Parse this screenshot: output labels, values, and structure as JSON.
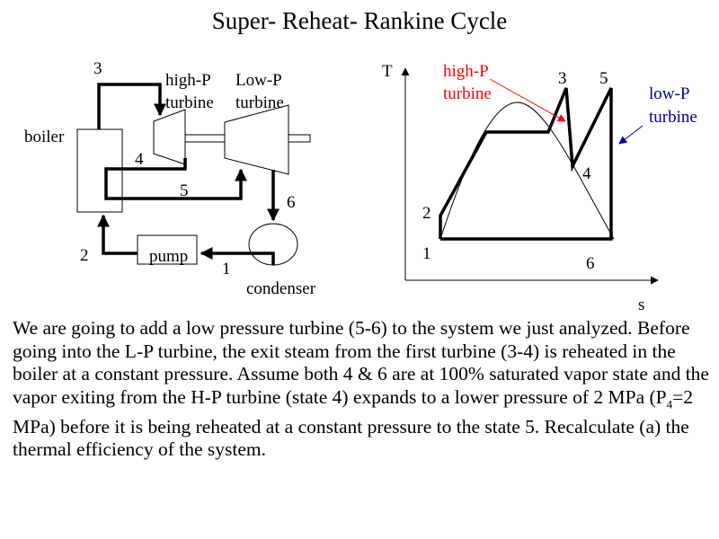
{
  "title": "Super- Reheat- Rankine Cycle",
  "schematic": {
    "boiler": "boiler",
    "pump": "pump",
    "condenser": "condenser",
    "hp_turbine_line1": "high-P",
    "hp_turbine_line2": "turbine",
    "lp_turbine_line1": "Low-P",
    "lp_turbine_line2": "turbine",
    "states": {
      "s1": "1",
      "s2": "2",
      "s3": "3",
      "s4": "4",
      "s5": "5",
      "s6": "6"
    }
  },
  "ts_diagram": {
    "y_axis_label": "T",
    "x_axis_label": "s",
    "hp_label_line1": "high-P",
    "hp_label_line2": "turbine",
    "lp_label_line1": "low-P",
    "lp_label_line2": "turbine",
    "states": {
      "s1": "1",
      "s2": "2",
      "s3": "3",
      "s4": "4",
      "s5": "5",
      "s6": "6"
    },
    "colors": {
      "hp_label": "#ff0000",
      "lp_label": "#000099"
    }
  },
  "description": {
    "part1": "We are going to add a low pressure turbine (5-6) to the system we just analyzed.  Before going into the L-P turbine, the exit steam from the first turbine (3-4) is reheated in the boiler at a constant pressure.  Assume both 4 & 6 are at 100% saturated vapor state and the vapor exiting from the H-P turbine (state 4) expands to a lower pressure of 2 MPa (P",
    "sub": "4",
    "part2": "=2 MPa) before it is being reheated at a constant pressure to the state 5.  Recalculate (a) the thermal efficiency of the system."
  }
}
